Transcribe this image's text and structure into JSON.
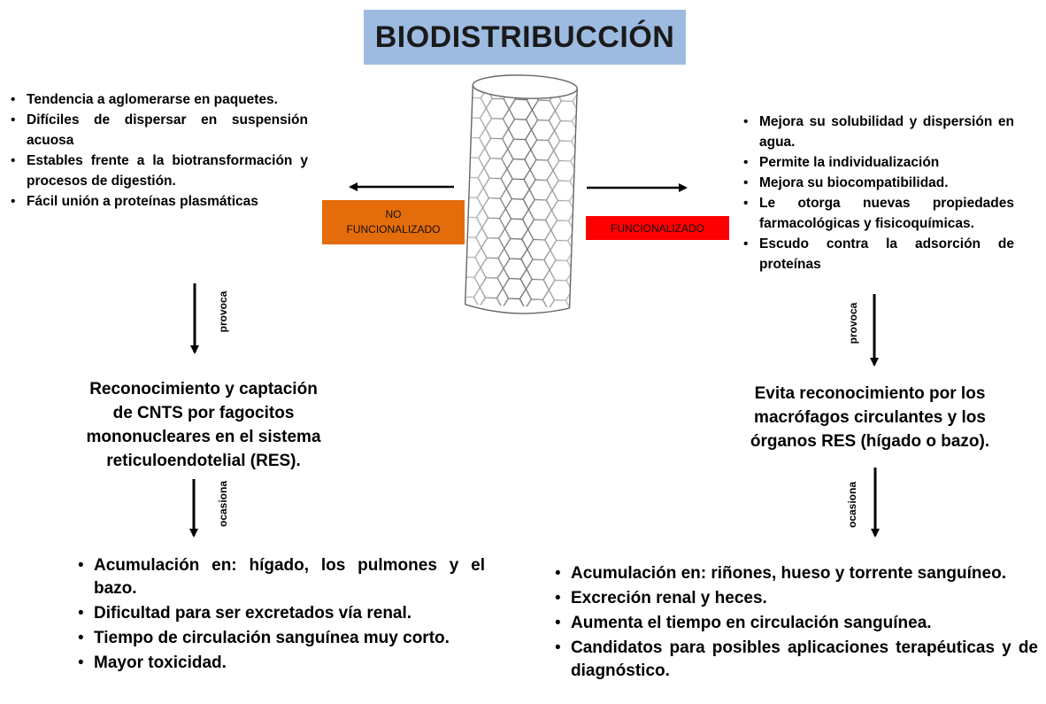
{
  "title": "BIODISTRIBUCCIÓN",
  "left": {
    "tag": [
      "NO",
      "FUNCIONALIZADO"
    ],
    "properties": [
      "Tendencia a aglomerarse en paquetes.",
      "Difíciles de dispersar en suspensión acuosa",
      "Estables frente a la biotransformación y procesos de digestión.",
      "Fácil unión a proteínas plasmáticas"
    ],
    "arrow1_label": "provoca",
    "result": [
      "Reconocimiento y captación",
      "de CNTS por fagocitos",
      "mononucleares en el sistema",
      "reticuloendotelial (RES)."
    ],
    "arrow2_label": "ocasiona",
    "consequences": [
      "Acumulación en: hígado, los pulmones y el bazo.",
      "Dificultad para ser excretados vía renal.",
      "Tiempo de circulación sanguínea muy corto.",
      "Mayor toxicidad."
    ]
  },
  "right": {
    "tag": "FUNCIONALIZADO",
    "properties": [
      "Mejora su solubilidad y dispersión en agua.",
      "Permite la individualización",
      "Mejora su biocompatibilidad.",
      "Le otorga nuevas propiedades farmacológicas y fisicoquímicas.",
      "Escudo contra la adsorción de proteínas"
    ],
    "arrow1_label": "provoca",
    "result": [
      "Evita reconocimiento por los",
      "macrófagos circulantes y los",
      "órganos RES (hígado o bazo)."
    ],
    "arrow2_label": "ocasiona",
    "consequences": [
      "Acumulación en: riñones, hueso y torrente sanguíneo.",
      " Excreción renal y heces.",
      "Aumenta el tiempo en circulación sanguínea.",
      "Candidatos para posibles aplicaciones terapéuticas y de diagnóstico."
    ]
  },
  "colors": {
    "title_bg": "#9dbbe0",
    "no_func_tag": "#e46c0a",
    "func_tag": "#ff0000"
  },
  "center_image": "carbon-nanotube-icon"
}
